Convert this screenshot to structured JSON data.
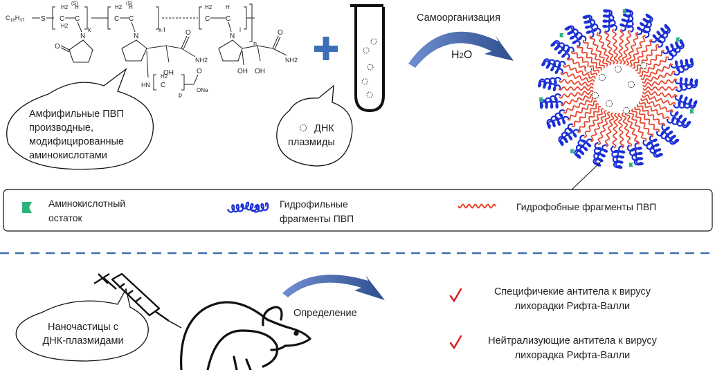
{
  "chemistry": {
    "alkyl": "C18H37",
    "alkyl_main": "C",
    "alkyl_sub1": "18",
    "alkyl_mid": "H",
    "alkyl_sub2": "37",
    "sulfur": "S",
    "stereo1": "(S)",
    "stereo2": "(S)",
    "h2_a": "H2",
    "h2_b": "H2",
    "h2_c": "H2",
    "h2_d": "H2",
    "h_a": "H",
    "h_b": "H",
    "h_c": "H",
    "c_a": "C",
    "c_b": "C",
    "c_c": "C",
    "c_d": "C",
    "c_e": "C",
    "c_f": "C",
    "c_g": "C",
    "c_h": "C",
    "sub_k": "k",
    "sub_xl": "x-l",
    "sub_l": "l",
    "sub_n": "n",
    "sub_p": "p",
    "n_a": "N",
    "n_b": "N",
    "n_c": "N",
    "o_a": "O",
    "o_b": "O",
    "o_c": "O",
    "oh_a": "OH",
    "oh_b": "OH",
    "oh_c": "OH",
    "nh2_a": "NH2",
    "nh2_b": "NH2",
    "hn": "HN",
    "ona": "ONa"
  },
  "bubbles": {
    "amphiphilic": [
      "Амфифильные ПВП",
      "производные,",
      "модифицированные",
      "аминокислотами"
    ],
    "dna": [
      "ДНК",
      "плазмиды"
    ],
    "nanoparticles": [
      "Наночастицы с",
      "ДНК-плазмидами"
    ]
  },
  "arrows": {
    "self_assembly": "Самоорганизация",
    "water": "H2O",
    "water_main": "H",
    "water_sub": "2",
    "water_end": "O",
    "detection": "Определение"
  },
  "legend": {
    "amino_residue": [
      "Аминокислотный",
      "остаток"
    ],
    "hydrophilic": [
      "Гидрофильные",
      "фрагменты ПВП"
    ],
    "hydrophobic": "Гидрофобные фрагменты ПВП"
  },
  "results": [
    [
      "Специфичекие антитела к вирусу",
      "лихорадки Рифта-Валли"
    ],
    [
      "Нейтрализующие антитела к вирусу",
      "лихорадка Рифта-Валли"
    ]
  ],
  "colors": {
    "hydrophilic": "#1a2fd6",
    "hydrophobic": "#e8452c",
    "amino": "#2db37a",
    "arrow": "#2e4e8f",
    "plus": "#3d6fb8",
    "dash": "#3f6fae",
    "check": "#d21b1b"
  }
}
